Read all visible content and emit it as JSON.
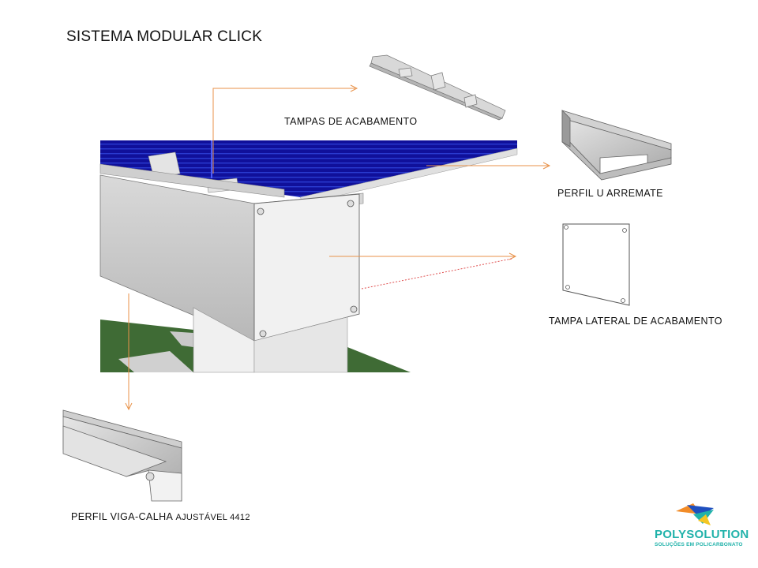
{
  "page": {
    "title": "SISTEMA MODULAR CLICK"
  },
  "labels": {
    "tampas": "TAMPAS DE ACABAMENTO",
    "perfil_u": "PERFIL U ARREMATE",
    "tampa_lateral": "TAMPA LATERAL DE ACABAMENTO",
    "perfil_viga": "PERFIL VIGA-CALHA",
    "perfil_viga_suffix": "AJUSTÁVEL 4412"
  },
  "brand": {
    "name": "POLYSOLUTION",
    "tagline": "SOLUÇÕES EM POLICARBONATO",
    "colors": {
      "teal": "#20b2aa",
      "orange": "#f28c28",
      "blue": "#1f4fbf",
      "yellow": "#f3c623"
    }
  },
  "colors": {
    "arrow": "#e8924a",
    "roof": "#1a1aa8",
    "grass": "#3f6b35"
  }
}
